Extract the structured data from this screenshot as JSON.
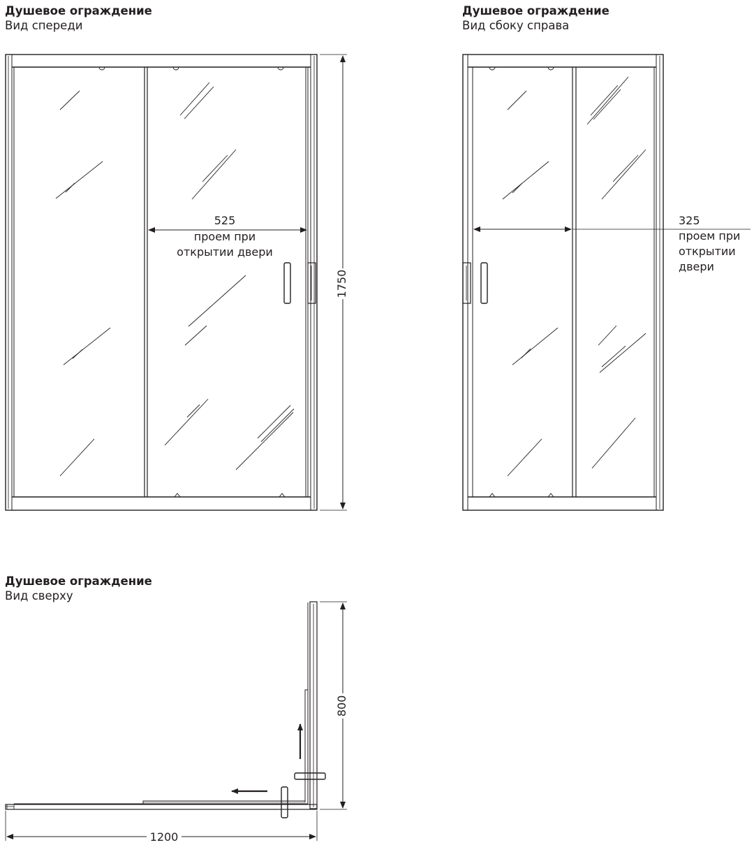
{
  "front_view": {
    "title": "Душевое ограждение",
    "subtitle": "Вид спереди",
    "opening_value": "525",
    "opening_line1": "проем при",
    "opening_line2": "открытии двери",
    "height_value": "1750"
  },
  "side_view": {
    "title": "Душевое ограждение",
    "subtitle": "Вид сбоку справа",
    "opening_value": "325",
    "opening_line1": "проем при",
    "opening_line2": "открытии",
    "opening_line3": "двери"
  },
  "top_view": {
    "title": "Душевое ограждение",
    "subtitle": "Вид сверху",
    "depth_value": "800",
    "width_value": "1200"
  },
  "colors": {
    "line": "#231f20",
    "background": "#ffffff"
  }
}
